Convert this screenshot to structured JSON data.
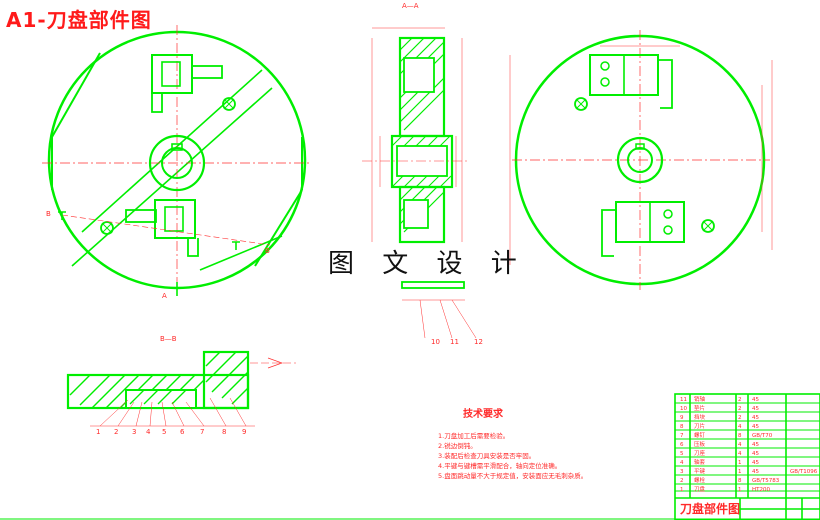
{
  "title": "A1-刀盘部件图",
  "watermark": "图 文 设 计",
  "section_labels": {
    "aa": "A—A",
    "bb": "B—B",
    "a_mark": "A",
    "b_left": "B",
    "b_right": "B"
  },
  "part_numbers_left": [
    "1",
    "2",
    "3",
    "4",
    "5",
    "6",
    "7",
    "8",
    "9"
  ],
  "part_numbers_mid": [
    "10",
    "11",
    "12"
  ],
  "requirements_title": "技术要求",
  "requirements": [
    "1.刀盘加工后需要检验。",
    "2.锐边倒钝。",
    "3.装配后检查刀具安装是否牢固。",
    "4.平键与键槽需平滑配合，轴向定位准确。",
    "5.盘面跳动量不大于规定值，安装面应无毛刺杂质。"
  ],
  "title_block": {
    "name": "刀盘部件图",
    "rows": [
      [
        "11",
        "销轴",
        "2",
        "45",
        ""
      ],
      [
        "10",
        "垫片",
        "2",
        "45",
        ""
      ],
      [
        "9",
        "挡块",
        "2",
        "45",
        ""
      ],
      [
        "8",
        "刀片",
        "4",
        "45",
        ""
      ],
      [
        "7",
        "螺钉",
        "8",
        "GB/T70",
        ""
      ],
      [
        "6",
        "压板",
        "4",
        "45",
        ""
      ],
      [
        "5",
        "刀座",
        "4",
        "45",
        ""
      ],
      [
        "4",
        "轴套",
        "1",
        "45",
        ""
      ],
      [
        "3",
        "平键",
        "1",
        "45",
        "GB/T1096"
      ],
      [
        "2",
        "螺栓",
        "8",
        "GB/T5783",
        ""
      ],
      [
        "1",
        "刀盘",
        "1",
        "HT200",
        ""
      ]
    ]
  },
  "colors": {
    "geometry": "#00ee00",
    "thin": "#ff3030",
    "text": "#ff2a2a",
    "title": "#ff1a1a"
  }
}
